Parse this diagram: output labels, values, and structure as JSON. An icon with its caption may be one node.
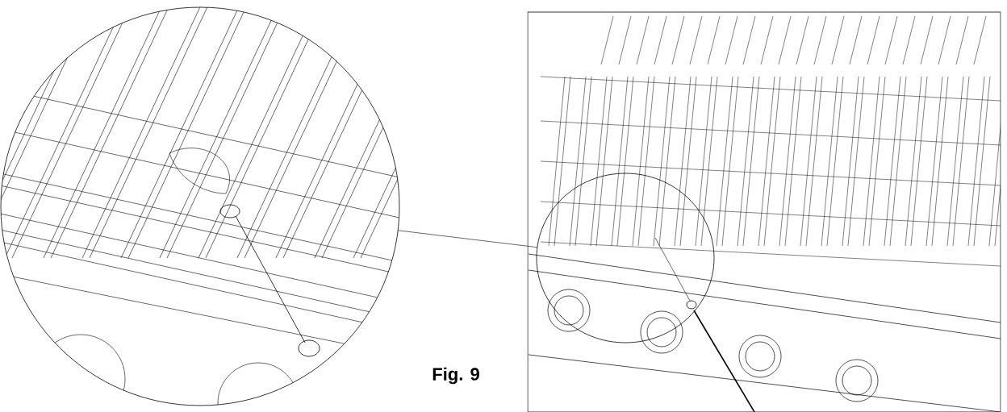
{
  "diagram": {
    "nodes": [
      {
        "text": [],
        "shape": "circle"
      },
      {
        "text": [],
        "shape": "picture"
      },
      {
        "text": [],
        "shape": "circle",
        "in": 1
      }
    ],
    "edges": [
      {
        "from": 0,
        "to": 2,
        "arrow": "none"
      }
    ],
    "labels": [
      "Fig. 9"
    ]
  }
}
